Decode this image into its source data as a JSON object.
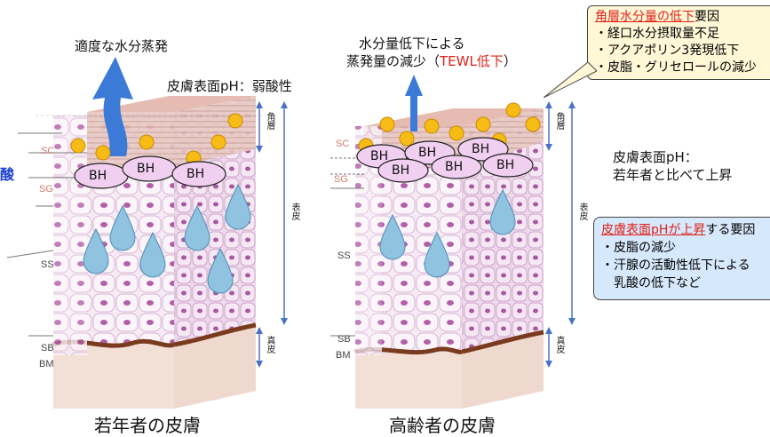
{
  "left_panel": {
    "top_caption": "適度な水分蒸発",
    "ph_caption": "皮膚表面pH：弱酸性",
    "partial_left_text": "酸",
    "bottom_caption": "若年者の皮膚",
    "layers": [
      "SC",
      "SG",
      "SS",
      "SB",
      "BM"
    ],
    "bh_labels": [
      "BH",
      "BH",
      "BH"
    ],
    "vertical_labels": [
      "角層",
      "表皮",
      "真皮"
    ]
  },
  "right_panel": {
    "top_caption_line1": "水分量低下による",
    "top_caption_line2_prefix": "蒸発量の減少（",
    "top_caption_line2_red": "TEWL低下",
    "top_caption_line2_suffix": "）",
    "ph_caption_line1": "皮膚表面pH：",
    "ph_caption_line2": "若年者と比べて上昇",
    "bottom_caption": "高齢者の皮膚",
    "layers": [
      "SC",
      "SG",
      "SS",
      "SB",
      "BM"
    ],
    "bh_labels": [
      "BH",
      "BH",
      "BH",
      "BH",
      "BH",
      "BH"
    ],
    "vertical_labels": [
      "角層",
      "表皮",
      "真皮"
    ]
  },
  "factors_box": {
    "title_red": "角層水分量の低下",
    "title_suffix": "要因",
    "items": [
      "・経口水分摂取量不足",
      "・アクアポリン3発現低下",
      "・皮脂・グリセロールの減少"
    ]
  },
  "ph_box": {
    "title_red": "皮膚表面pHが上昇",
    "title_suffix": "する要因",
    "items": [
      "・皮脂の減少",
      "・汗腺の活動性低下による",
      "　乳酸の低下など"
    ]
  },
  "colors": {
    "accent_red": "#e0221a",
    "arrow_blue": "#3b7ad6",
    "sebum_yellow": "#f7bb16",
    "bh_pink": "#f1cff0",
    "water_drop": "#8fc3df",
    "factors_box_bg": "#fff7d6",
    "ph_box_bg": "#d6e8fb"
  }
}
